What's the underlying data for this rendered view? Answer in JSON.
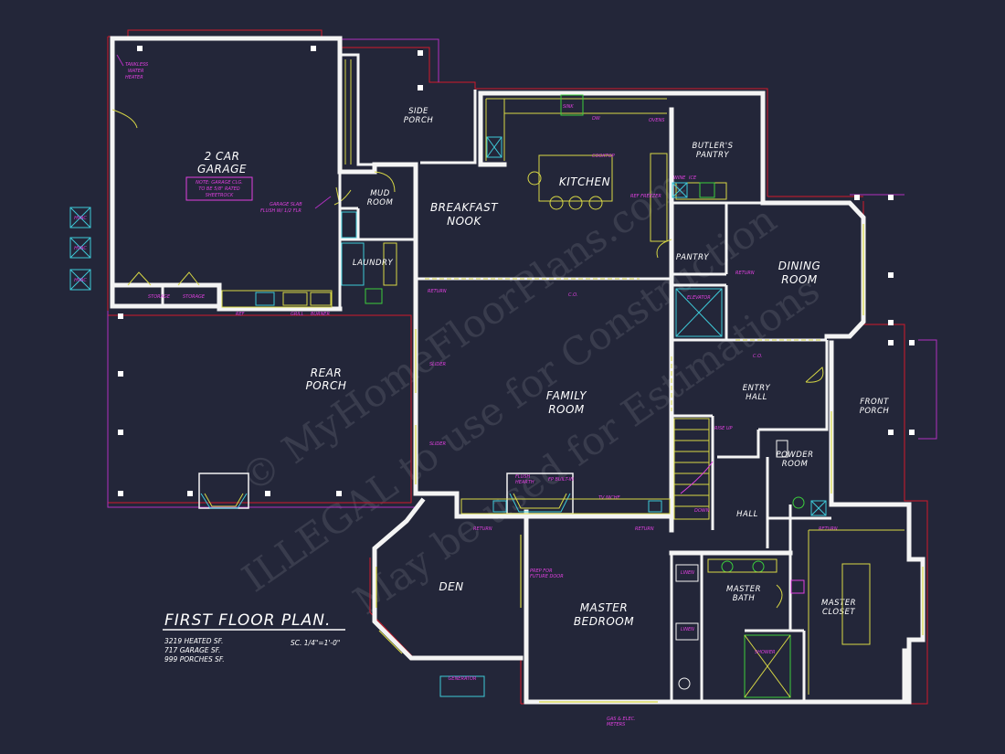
{
  "colors": {
    "background": "#232639",
    "walls": "#f4f4f4",
    "annotations": "#e040e0",
    "fixtures": "#d8d845",
    "hvac": "#3ec9d8",
    "property_line": "#d0192b"
  },
  "rooms": {
    "garage_l1": "2 CAR",
    "garage_l2": "GARAGE",
    "side_porch_l1": "SIDE",
    "side_porch_l2": "PORCH",
    "mud_room_l1": "MUD",
    "mud_room_l2": "ROOM",
    "laundry": "LAUNDRY",
    "breakfast_l1": "BREAKFAST",
    "breakfast_l2": "NOOK",
    "kitchen": "KITCHEN",
    "butlers_l1": "BUTLER'S",
    "butlers_l2": "PANTRY",
    "pantry": "PANTRY",
    "dining_l1": "DINING",
    "dining_l2": "ROOM",
    "rear_porch_l1": "REAR",
    "rear_porch_l2": "PORCH",
    "family_l1": "FAMILY",
    "family_l2": "ROOM",
    "entry_l1": "ENTRY",
    "entry_l2": "HALL",
    "front_porch_l1": "FRONT",
    "front_porch_l2": "PORCH",
    "powder_l1": "POWDER",
    "powder_l2": "ROOM",
    "hall": "HALL",
    "den": "DEN",
    "master_bed_l1": "MASTER",
    "master_bed_l2": "BEDROOM",
    "master_bath_l1": "MASTER",
    "master_bath_l2": "BATH",
    "master_closet_l1": "MASTER",
    "master_closet_l2": "CLOSET",
    "storage_1": "STORAGE",
    "storage_2": "STORAGE",
    "elevator": "ELEVATOR",
    "linen_1": "LINEN",
    "linen_2": "LINEN",
    "shower": "SHOWER"
  },
  "notes": {
    "water_heater_l1": "TANKLESS",
    "water_heater_l2": "WATER",
    "water_heater_l3": "HEATER",
    "garage_note_l1": "NOTE: GARAGE CLG.",
    "garage_note_l2": "TO BE 5/8\" RATED",
    "garage_note_l3": "SHEETROCK",
    "garage_slab_l1": "GARAGE SLAB",
    "garage_slab_l2": "FLUSH W/ 1/2 FLR",
    "ref": "REF",
    "grill": "GRILL",
    "burner": "BURNER",
    "flush_hearth_l1": "FLUSH",
    "flush_hearth_l2": "HEARTH",
    "fp_note": "FP BUILT-IN",
    "prep_door_l1": "PREP FOR",
    "prep_door_l2": "FUTURE DOOR",
    "gas_meter_l1": "GAS & ELEC.",
    "gas_meter_l2": "METERS",
    "tv_niche": "TV NICHE",
    "wine": "WINE",
    "ice": "ICE",
    "ovens": "OVENS",
    "cooktop": "COOKTOP",
    "dw": "DW",
    "ref_freezer": "REF FREEZER",
    "sink": "SINK",
    "rise_up": "RISE UP",
    "down": "DOWN",
    "generator": "GENERATOR",
    "hvac": "HVAC",
    "return_label": "RETURN",
    "cased_opening": "C.O.",
    "slider": "SLIDER"
  },
  "title": {
    "main": "FIRST FLOOR PLAN.",
    "heated": "3219 HEATED SF.",
    "garage": "717 GARAGE SF.",
    "porches": "999 PORCHES SF.",
    "scale": "SC. 1/4\"=1'-0\""
  },
  "watermark": {
    "line1": "© MyHomeFloorPlans.com",
    "line2": "ILLEGAL to use for Construction",
    "line3": "May be used for Estimations"
  }
}
